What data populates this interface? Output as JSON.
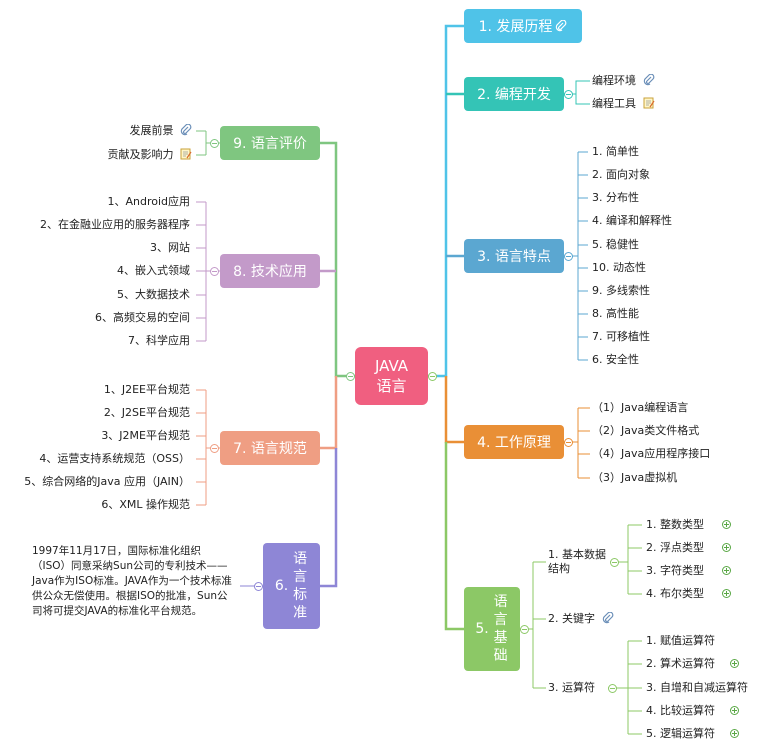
{
  "root": {
    "line1": "JAVA",
    "line2": "语言"
  },
  "colors": {
    "root": "#f05f80",
    "b1": "#4fc3e8",
    "b2": "#34c4b6",
    "b3": "#5ba7d1",
    "b4": "#e98f36",
    "b5": "#8cc866",
    "b6": "#8e86d6",
    "b7": "#ef9e83",
    "b8": "#c39ac9",
    "b9": "#7fc680"
  },
  "right": {
    "b1": {
      "label": "1. 发展历程",
      "icon": "paperclip-icon"
    },
    "b2": {
      "label": "2. 编程开发",
      "items": [
        {
          "label": "编程环境",
          "icon": "paperclip-icon"
        },
        {
          "label": "编程工具",
          "icon": "note-icon"
        }
      ]
    },
    "b3": {
      "label": "3. 语言特点",
      "items": [
        "1. 简单性",
        "2. 面向对象",
        "3. 分布性",
        "4. 编译和解释性",
        "5. 稳健性",
        "10. 动态性",
        "9. 多线索性",
        "8. 高性能",
        "7. 可移植性",
        "6. 安全性"
      ]
    },
    "b4": {
      "label": "4. 工作原理",
      "items": [
        "（1）Java编程语言",
        "（2）Java类文件格式",
        "（4）Java应用程序接口",
        "（3）Java虚拟机"
      ]
    },
    "b5": {
      "label": "5.",
      "vlabel": "语言基础",
      "basic": {
        "label": "1. 基本数据结构",
        "items": [
          "1. 整数类型",
          "2. 浮点类型",
          "3. 字符类型",
          "4. 布尔类型"
        ]
      },
      "keyword": {
        "label": "2. 关键字"
      },
      "ops": {
        "label": "3. 运算符",
        "items": [
          "1. 赋值运算符",
          "2. 算术运算符",
          "3. 自增和自减运算符",
          "4. 比较运算符",
          "5. 逻辑运算符"
        ]
      }
    }
  },
  "left": {
    "b9": {
      "label": "9. 语言评价",
      "items": [
        {
          "label": "发展前景",
          "icon": "paperclip-icon"
        },
        {
          "label": "贡献及影响力",
          "icon": "note-icon"
        }
      ]
    },
    "b8": {
      "label": "8. 技术应用",
      "items": [
        "1、Android应用",
        "2、在金融业应用的服务器程序",
        "3、网站",
        "4、嵌入式领域",
        "5、大数据技术",
        "6、高频交易的空间",
        "7、科学应用"
      ]
    },
    "b7": {
      "label": "7. 语言规范",
      "items": [
        "1、J2EE平台规范",
        "2、J2SE平台规范",
        "3、J2ME平台规范",
        "4、运营支持系统规范（OSS）",
        "5、综合网络的Java 应用（JAIN）",
        "6、XML 操作规范"
      ]
    },
    "b6": {
      "label": "6.",
      "vlabel": "语言标准",
      "text": "1997年11月17日，国际标准化组织（ISO）同意采纳Sun公司的专利技术——Java作为ISO标准。JAVA作为一个技术标准供公众无偿使用。根据ISO的批准，Sun公司将可提交JAVA的标准化平台规范。"
    }
  }
}
